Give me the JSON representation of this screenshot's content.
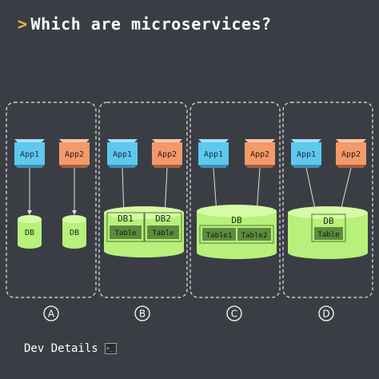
{
  "title": "Which are microservices?",
  "title_prompt": ">",
  "apps": {
    "app1": "App1",
    "app2": "App2"
  },
  "options": [
    {
      "letter": "A",
      "dbs": [
        "DB",
        "DB"
      ]
    },
    {
      "letter": "B",
      "dbs": [
        "DB1",
        "DB2"
      ],
      "tables": [
        "Table",
        "Table"
      ]
    },
    {
      "letter": "C",
      "dbs": [
        "DB"
      ],
      "tables": [
        "Table1",
        "Table2"
      ]
    },
    {
      "letter": "D",
      "dbs": [
        "DB"
      ],
      "tables": [
        "Table"
      ]
    }
  ],
  "footer": {
    "brand": "Dev Details",
    "icon": "terminal-icon",
    "icon_glyph": ">_"
  },
  "colors": {
    "background": "#3a3e44",
    "accent": "#f2b93b",
    "app1": "#5ec8ef",
    "app2": "#f39a6b",
    "db": "#b7f07a",
    "table": "#5f8a3e"
  }
}
